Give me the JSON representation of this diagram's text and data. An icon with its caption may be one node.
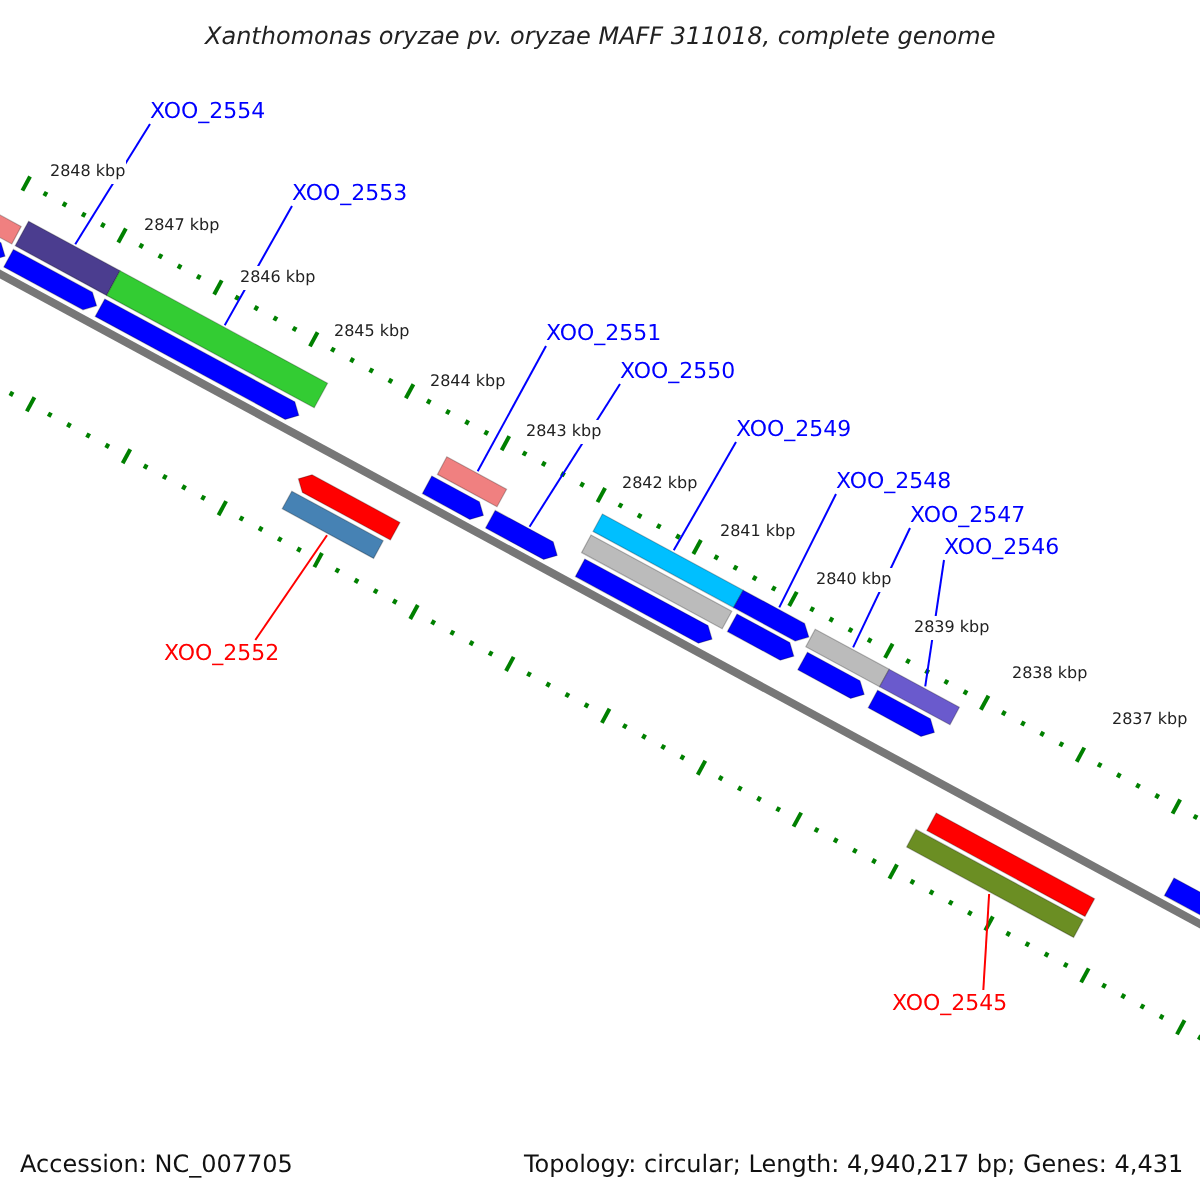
{
  "diagram": {
    "title": "Xanthomonas oryzae pv. oryzae MAFF 311018, complete genome",
    "nodes": [
      {
        "text": [
          "XOO_2554"
        ]
      },
      {
        "text": [
          "XOO_2553"
        ]
      },
      {
        "text": [
          "XOO_2551"
        ]
      },
      {
        "text": [
          "XOO_2550"
        ]
      },
      {
        "text": [
          "XOO_2549"
        ]
      },
      {
        "text": [
          "XOO_2548"
        ]
      },
      {
        "text": [
          "XOO_2547"
        ]
      },
      {
        "text": [
          "XOO_2546"
        ]
      },
      {
        "text": [
          "XOO_2552"
        ]
      },
      {
        "text": [
          "XOO_2545"
        ]
      },
      {
        "text": [],
        "shape": "bar"
      },
      {
        "text": [],
        "shape": "bar"
      },
      {
        "text": [],
        "shape": "bar"
      },
      {
        "text": [],
        "shape": "arrow"
      },
      {
        "text": [],
        "shape": "bar"
      },
      {
        "text": [],
        "shape": "arrow"
      },
      {
        "text": [],
        "shape": "bar"
      },
      {
        "text": [],
        "shape": "bar"
      },
      {
        "text": [],
        "shape": "bar"
      },
      {
        "text": [],
        "shape": "bar"
      },
      {
        "text": [],
        "shape": "bar"
      },
      {
        "text": [],
        "shape": "arrow"
      },
      {
        "text": [],
        "shape": "arrow"
      },
      {
        "text": [],
        "shape": "arrow"
      },
      {
        "text": [],
        "shape": "arrow"
      },
      {
        "text": [],
        "shape": "arrow"
      },
      {
        "text": [],
        "shape": "arrow"
      },
      {
        "text": [],
        "shape": "bar"
      },
      {
        "text": [],
        "shape": "arrow"
      },
      {
        "text": [],
        "shape": "arrow"
      },
      {
        "text": [],
        "shape": "arrow"
      },
      {
        "text": [],
        "shape": "bar"
      },
      {
        "text": [],
        "shape": "arrow"
      }
    ],
    "edges": [
      {
        "from": 0,
        "to": 10,
        "arrow": "none"
      },
      {
        "from": 1,
        "to": 11,
        "arrow": "none"
      },
      {
        "from": 2,
        "to": 12,
        "arrow": "none"
      },
      {
        "from": 3,
        "to": 13,
        "arrow": "none"
      },
      {
        "from": 4,
        "to": 14,
        "arrow": "none"
      },
      {
        "from": 5,
        "to": 15,
        "arrow": "none"
      },
      {
        "from": 6,
        "to": 16,
        "arrow": "none"
      },
      {
        "from": 7,
        "to": 17,
        "arrow": "none"
      },
      {
        "from": 8,
        "to": 18,
        "arrow": "none",
        "color": "#ff0000"
      },
      {
        "from": 9,
        "to": 19,
        "arrow": "none",
        "color": "#ff0000"
      }
    ],
    "labels": [
      "2848 kbp",
      "2847 kbp",
      "2846 kbp",
      "2845 kbp",
      "2844 kbp",
      "2843 kbp",
      "2842 kbp",
      "2841 kbp",
      "2840 kbp",
      "2839 kbp",
      "2838 kbp",
      "2837 kbp",
      "Accession: NC_007705",
      "Topology: circular; Length: 4,940,217 bp; Genes: 4,431"
    ]
  }
}
